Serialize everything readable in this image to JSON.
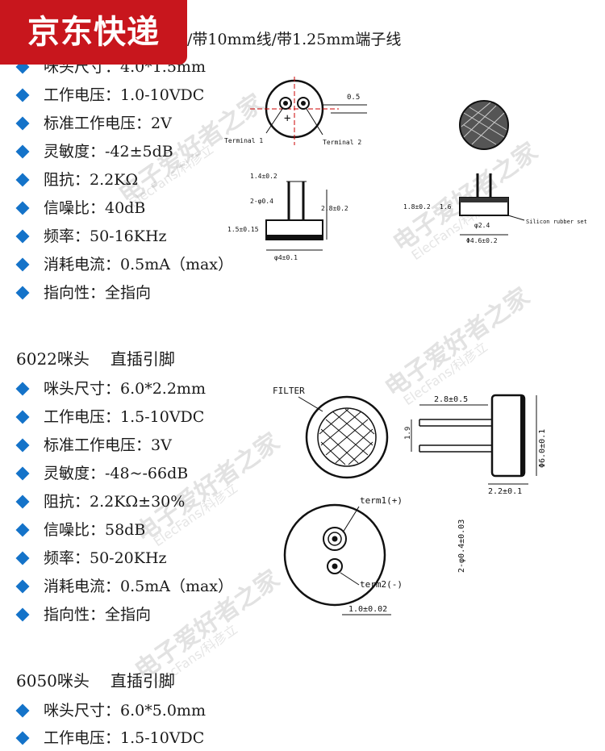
{
  "badge": "京东快递",
  "top_line": "/带10mm线/带1.25mm端子线",
  "section1": {
    "items": [
      "咪头尺寸：4.0*1.5mm",
      "工作电压：1.0-10VDC",
      "标准工作电压：2V",
      "灵敏度：-42±5dB",
      "阻抗：2.2KΩ",
      "信噪比：40dB",
      "频率：50-16KHz",
      "消耗电流：0.5mA（max）",
      "指向性：全指向"
    ],
    "diagram": {
      "dim_05": "0.5",
      "terminal1": "Terminal 1",
      "terminal2": "Terminal 2",
      "dim_14": "1.4±0.2",
      "dim_2p04": "2-φ0.4",
      "dim_28": "2.8±0.2",
      "dim_15": "1.5±0.15",
      "dim_p4": "φ4±0.1",
      "dim_18": "1.8±0.2",
      "dim_16": "1.6",
      "dim_p24": "φ2.4",
      "dim_p46": "Φ4.6±0.2",
      "silicon": "Silicon rubber set"
    }
  },
  "section2": {
    "title": "6022咪头",
    "subtitle": "直插引脚",
    "items": [
      "咪头尺寸：6.0*2.2mm",
      "工作电压：1.5-10VDC",
      "标准工作电压：3V",
      "灵敏度：-48~-66dB",
      "阻抗：2.2KΩ±30%",
      "信噪比：58dB",
      "频率：50-20KHz",
      "消耗电流：0.5mA（max）",
      "指向性：全指向"
    ],
    "diagram": {
      "filter": "FILTER",
      "dim_28": "2.8±0.5",
      "dim_19": "1.9",
      "dim_p60": "Φ6.0±0.1",
      "dim_2p04": "2-φ0.4±0.03",
      "dim_22": "2.2±0.1",
      "term1": "term1(+)",
      "term2": "term2(-)",
      "dim_10": "1.0±0.02"
    }
  },
  "section3": {
    "title": "6050咪头",
    "subtitle": "直插引脚",
    "items": [
      "咪头尺寸：6.0*5.0mm",
      "工作电压：1.5-10VDC"
    ]
  },
  "watermark": {
    "cn": "电子爱好者之家",
    "en": "ElecFans/科彦立"
  }
}
